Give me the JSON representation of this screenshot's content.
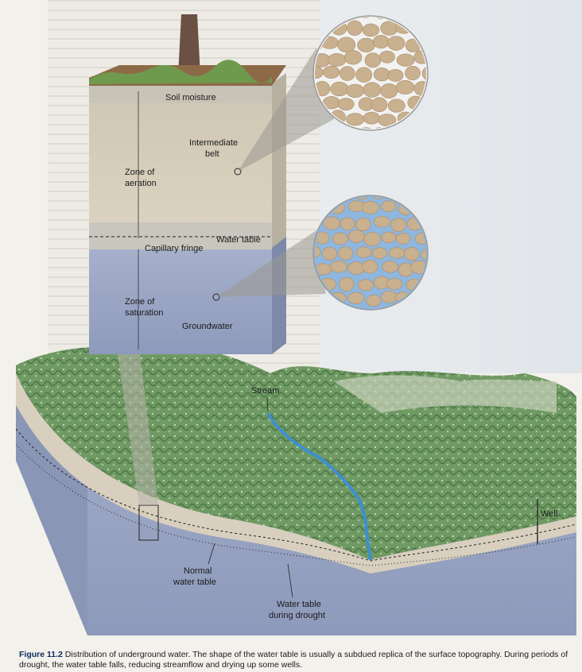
{
  "labels": {
    "soil_moisture": "Soil moisture",
    "intermediate_belt_1": "Intermediate",
    "intermediate_belt_2": "belt",
    "zone_aeration_1": "Zone of",
    "zone_aeration_2": "aeration",
    "capillary_fringe": "Capillary fringe",
    "water_table": "Water table",
    "zone_saturation_1": "Zone of",
    "zone_saturation_2": "saturation",
    "groundwater": "Groundwater",
    "stream": "Stream",
    "well": "Well",
    "normal_wt_1": "Normal",
    "normal_wt_2": "water table",
    "drought_wt_1": "Water table",
    "drought_wt_2": "during drought"
  },
  "caption": {
    "figure": "Figure 11.2",
    "text": "Distribution of underground water. The shape of the water table is usually a subdued replica of the surface topography. During periods of drought, the water table falls, reducing streamflow and drying up some wells."
  },
  "colors": {
    "aeration": "#d9cfbd",
    "saturation": "#9aa6c4",
    "terrain": "#5f8a55",
    "stream": "#3d8fd1",
    "grain": "#c9b08e",
    "water": "#8fb6de"
  }
}
